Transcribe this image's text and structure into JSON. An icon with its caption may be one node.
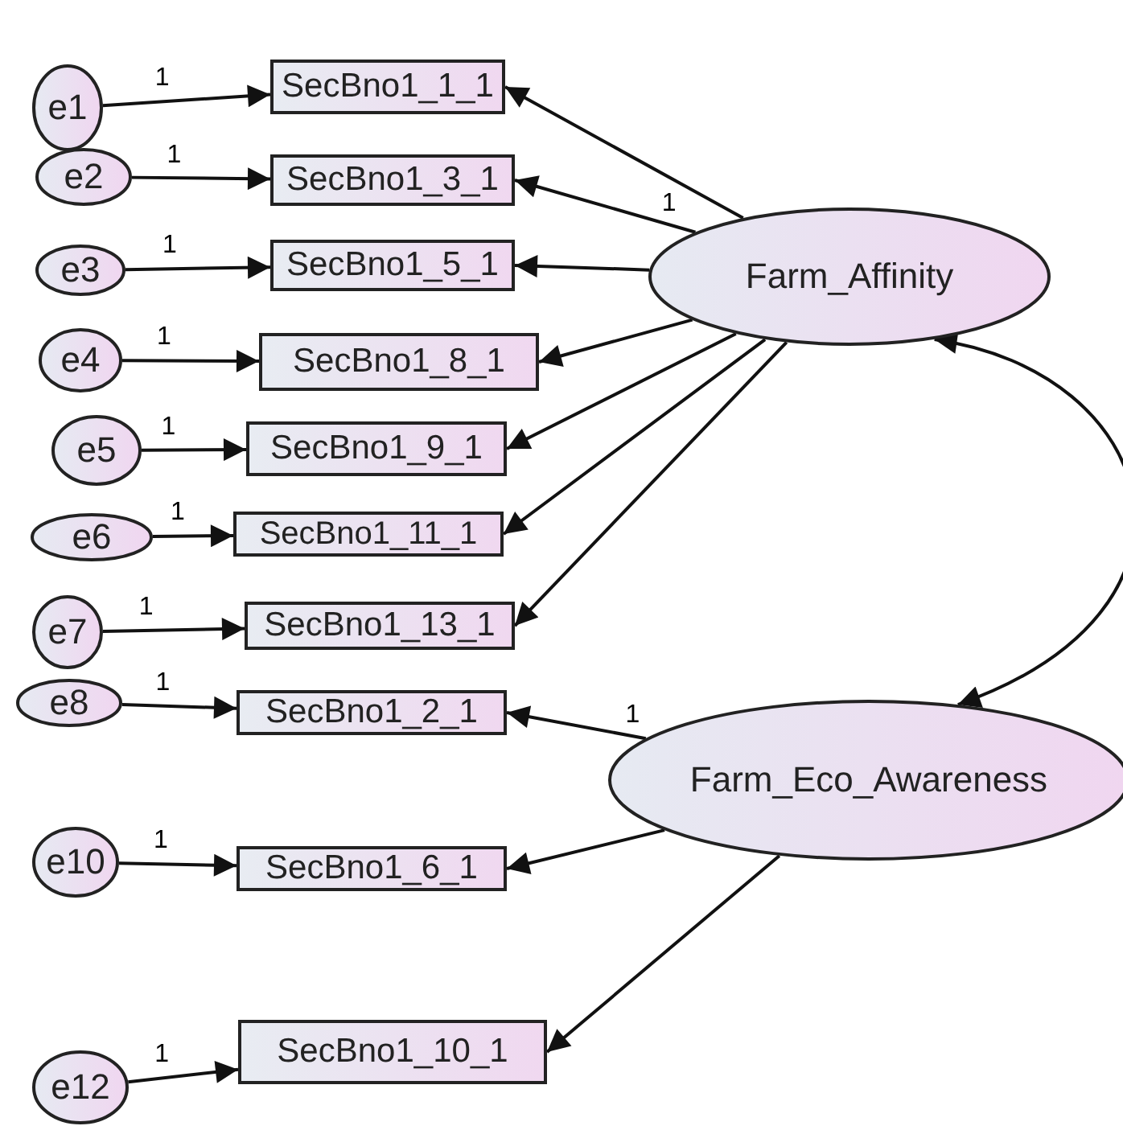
{
  "diagram": {
    "nodes": [
      {
        "text": [
          "e1"
        ]
      },
      {
        "text": [
          "e2"
        ]
      },
      {
        "text": [
          "e3"
        ]
      },
      {
        "text": [
          "e4"
        ]
      },
      {
        "text": [
          "e5"
        ]
      },
      {
        "text": [
          "e6"
        ]
      },
      {
        "text": [
          "e7"
        ]
      },
      {
        "text": [
          "e8"
        ]
      },
      {
        "text": [
          "e10"
        ]
      },
      {
        "text": [
          "e12"
        ]
      },
      {
        "text": [
          "SecBno1_1_1"
        ]
      },
      {
        "text": [
          "SecBno1_3_1"
        ]
      },
      {
        "text": [
          "SecBno1_5_1"
        ]
      },
      {
        "text": [
          "SecBno1_8_1"
        ]
      },
      {
        "text": [
          "SecBno1_9_1"
        ]
      },
      {
        "text": [
          "SecBno1_11_1"
        ]
      },
      {
        "text": [
          "SecBno1_13_1"
        ]
      },
      {
        "text": [
          "SecBno1_2_1"
        ]
      },
      {
        "text": [
          "SecBno1_6_1"
        ]
      },
      {
        "text": [
          "SecBno1_10_1"
        ]
      },
      {
        "text": [
          "Farm_Affinity"
        ]
      },
      {
        "text": [
          "Farm_Eco_Awareness"
        ]
      }
    ],
    "edges": [
      {
        "from": 0,
        "to": 10,
        "arrow": "to",
        "label": "1"
      },
      {
        "from": 1,
        "to": 11,
        "arrow": "to",
        "label": "1"
      },
      {
        "from": 2,
        "to": 12,
        "arrow": "to",
        "label": "1"
      },
      {
        "from": 3,
        "to": 13,
        "arrow": "to",
        "label": "1"
      },
      {
        "from": 4,
        "to": 14,
        "arrow": "to",
        "label": "1"
      },
      {
        "from": 5,
        "to": 15,
        "arrow": "to",
        "label": "1"
      },
      {
        "from": 6,
        "to": 16,
        "arrow": "to",
        "label": "1"
      },
      {
        "from": 7,
        "to": 17,
        "arrow": "to",
        "label": "1"
      },
      {
        "from": 8,
        "to": 18,
        "arrow": "to",
        "label": "1"
      },
      {
        "from": 9,
        "to": 19,
        "arrow": "to",
        "label": "1"
      },
      {
        "from": 20,
        "to": 10,
        "arrow": "to"
      },
      {
        "from": 20,
        "to": 11,
        "arrow": "to",
        "label": "1"
      },
      {
        "from": 20,
        "to": 12,
        "arrow": "to"
      },
      {
        "from": 20,
        "to": 13,
        "arrow": "to"
      },
      {
        "from": 20,
        "to": 14,
        "arrow": "to"
      },
      {
        "from": 20,
        "to": 15,
        "arrow": "to"
      },
      {
        "from": 20,
        "to": 16,
        "arrow": "to"
      },
      {
        "from": 21,
        "to": 17,
        "arrow": "to",
        "label": "1"
      },
      {
        "from": 21,
        "to": 18,
        "arrow": "to"
      },
      {
        "from": 21,
        "to": 19,
        "arrow": "to"
      },
      {
        "from": 20,
        "to": 21,
        "arrow": "both"
      }
    ]
  }
}
